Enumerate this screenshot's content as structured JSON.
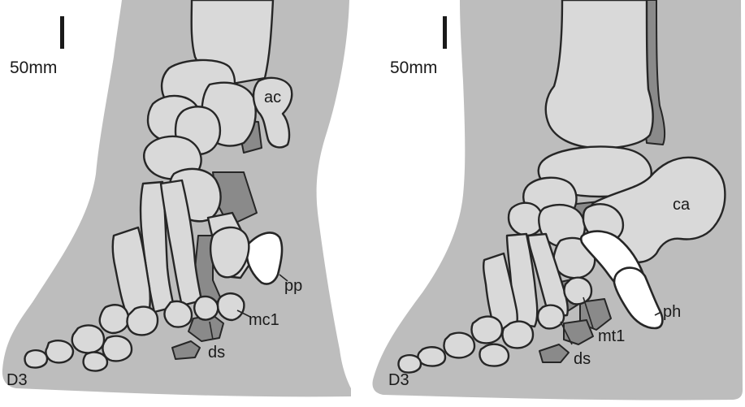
{
  "panels": [
    {
      "id": "left",
      "scale_bar_label": "50mm",
      "labels": {
        "ac": "ac",
        "pp": "pp",
        "mc1": "mc1",
        "ds": "ds",
        "d3": "D3"
      }
    },
    {
      "id": "right",
      "scale_bar_label": "50mm",
      "labels": {
        "ca": "ca",
        "ph": "ph",
        "mt1": "mt1",
        "ds": "ds",
        "d3": "D3"
      }
    }
  ],
  "colors": {
    "limb_outline": "#bdbdbd",
    "bone": "#d9d9d9",
    "dark_bone": "#8a8a8a",
    "highlight_bone": "#ffffff",
    "stroke": "#262626"
  }
}
